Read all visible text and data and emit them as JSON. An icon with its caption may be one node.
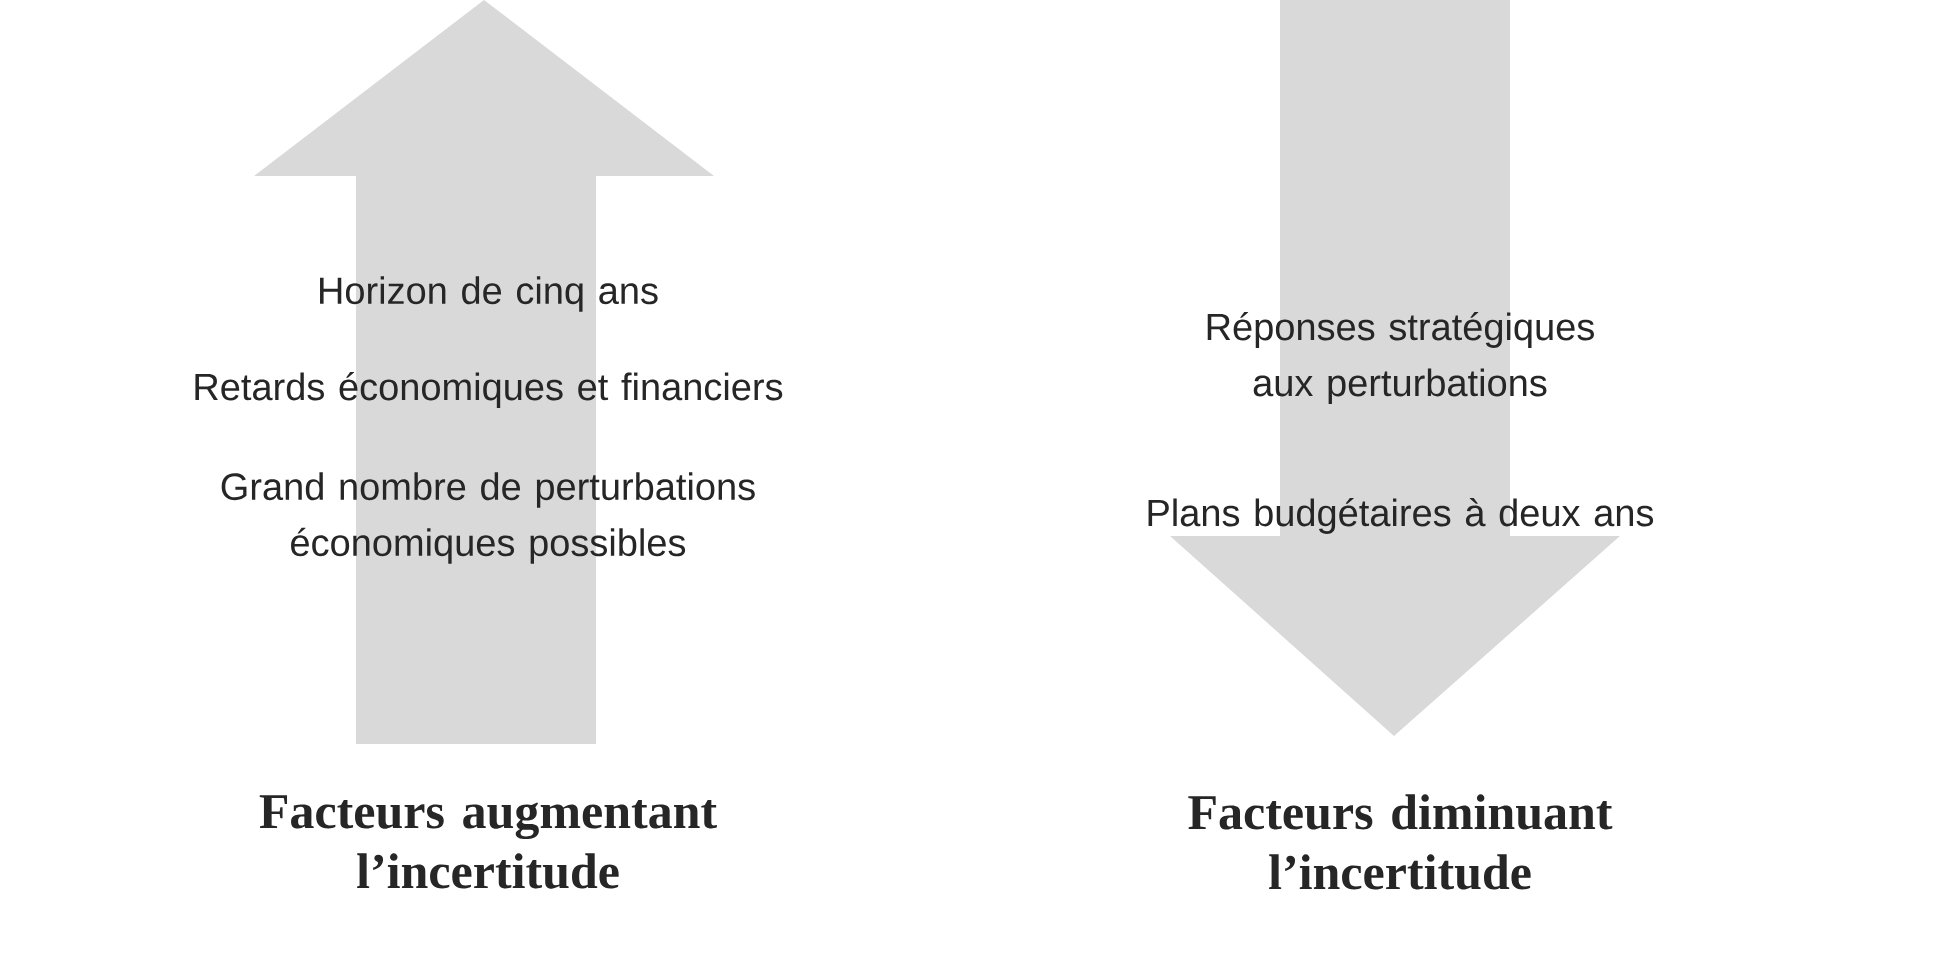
{
  "diagram": {
    "nodes": [
      {
        "text": [
          "Horizon de cinq ans",
          "Retards économiques et financiers",
          "Grand nombre de perturbations économiques possibles"
        ],
        "beside": [
          "Facteurs augmentant l’incertitude"
        ]
      },
      {
        "text": [
          "Réponses stratégiques aux perturbations",
          "Plans budgétaires à deux ans"
        ],
        "beside": [
          "Facteurs diminuant l’incertitude"
        ]
      }
    ]
  }
}
